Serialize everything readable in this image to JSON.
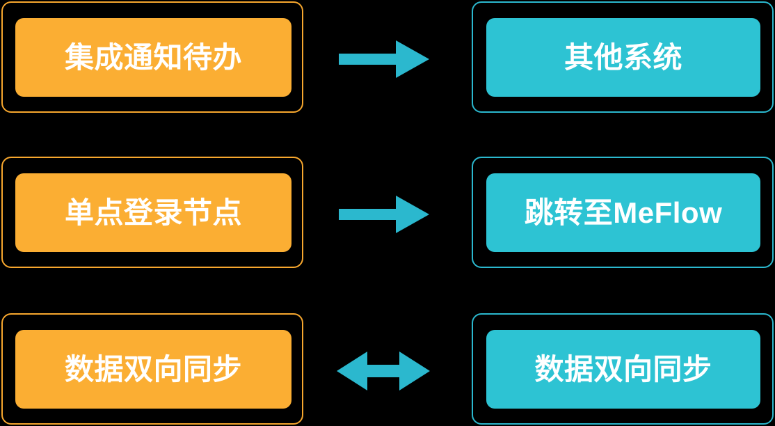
{
  "diagram": {
    "background_color": "#000000",
    "palette": {
      "orange_fill": "#FBAE33",
      "orange_border": "#F7A72E",
      "cyan_fill": "#2DC3D3",
      "cyan_border": "#2BB8CE",
      "arrow_color": "#2BB8CE",
      "label_color": "#FFFFFF"
    },
    "rows": [
      {
        "left_label": "集成通知待办",
        "connector": "arrow-right-icon",
        "connector_direction": "right",
        "right_label": "其他系统"
      },
      {
        "left_label": "单点登录节点",
        "connector": "arrow-right-icon",
        "connector_direction": "right",
        "right_label": "跳转至MeFlow"
      },
      {
        "left_label": "数据双向同步",
        "connector": "arrow-bidirectional-icon",
        "connector_direction": "both",
        "right_label": "数据双向同步"
      }
    ]
  }
}
